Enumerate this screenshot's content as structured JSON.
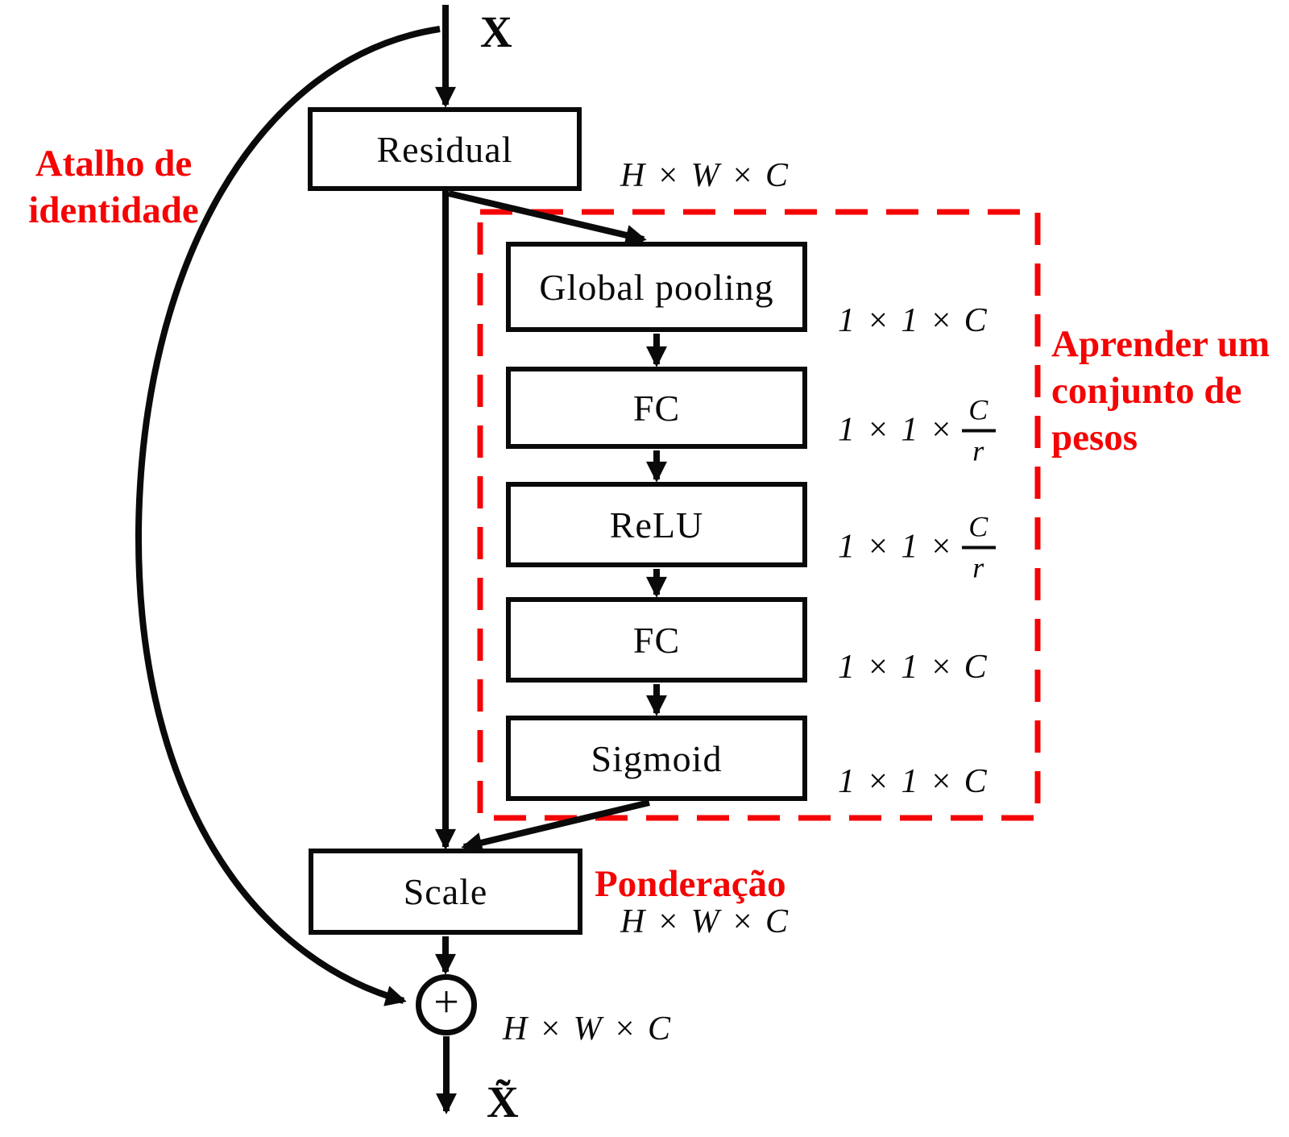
{
  "colors": {
    "accent_red": "#f40404",
    "line_black": "#0a0a0a"
  },
  "labels": {
    "input": "X",
    "output": "X̃"
  },
  "blocks": {
    "residual": "Residual",
    "global_pooling": "Global pooling",
    "fc1": "FC",
    "relu": "ReLU",
    "fc2": "FC",
    "sigmoid": "Sigmoid",
    "scale": "Scale"
  },
  "dims": {
    "residual_out": "H × W × C",
    "global_pooling_out": "1 × 1 × C",
    "fc1_out_prefix": "1 × 1 ×",
    "fc1_out_num": "C",
    "fc1_out_den": "r",
    "relu_out_prefix": "1 × 1 ×",
    "relu_out_num": "C",
    "relu_out_den": "r",
    "fc2_out": "1 × 1 × C",
    "sigmoid_out": "1 × 1 × C",
    "scale_out": "H × W × C",
    "sum_out": "H × W × C"
  },
  "annotations": {
    "identity_line1": "Atalho de",
    "identity_line2": "identidade",
    "learn_line1": "Aprender um",
    "learn_line2": "conjunto de",
    "learn_line3": "pesos",
    "weighting": "Ponderação"
  },
  "operators": {
    "sum": "+"
  }
}
